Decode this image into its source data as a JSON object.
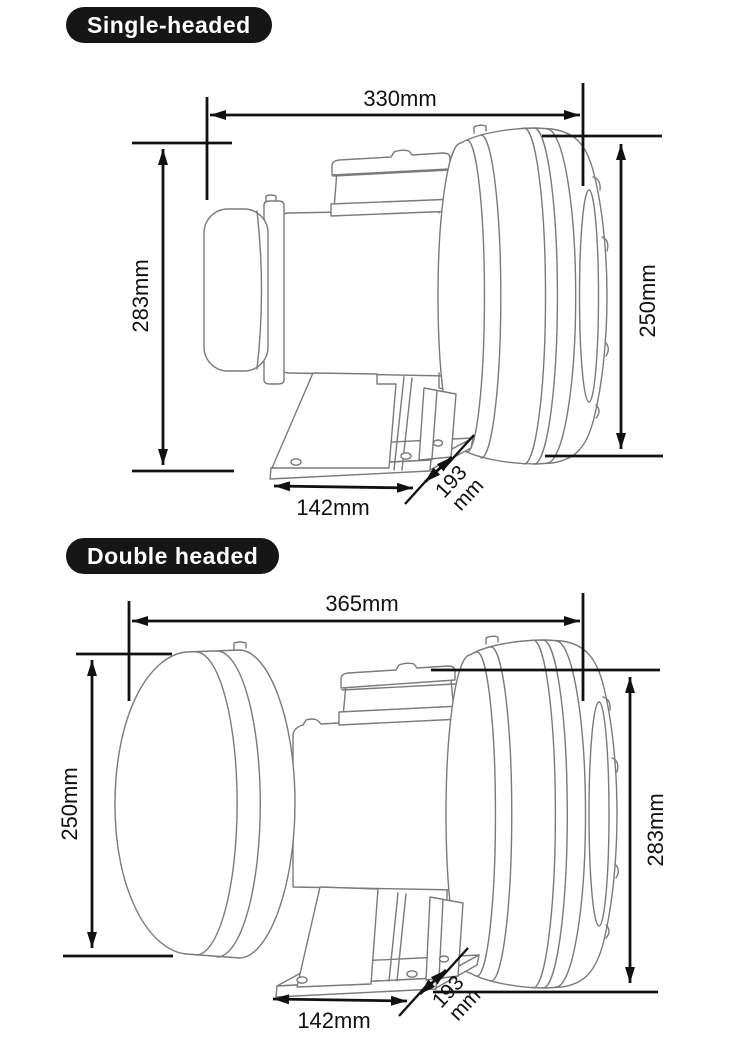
{
  "colors": {
    "background": "#ffffff",
    "badge_background": "#161616",
    "badge_text": "#ffffff",
    "dimension_lines": "#111111",
    "artwork_lines": "#7a7a7a"
  },
  "sections": [
    {
      "badge": "Single-headed",
      "artwork": "single-headed-blower-line-drawing",
      "dimensions": {
        "top": "330mm",
        "left": "283mm",
        "right": "250mm",
        "bottom": "142mm",
        "diag_value": "193",
        "diag_unit": "mm"
      }
    },
    {
      "badge": "Double headed",
      "artwork": "double-headed-blower-line-drawing",
      "dimensions": {
        "top": "365mm",
        "left": "250mm",
        "right": "283mm",
        "bottom": "142mm",
        "diag_value": "193",
        "diag_unit": "mm"
      }
    }
  ]
}
